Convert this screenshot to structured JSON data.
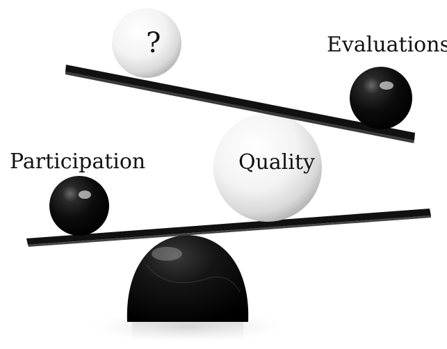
{
  "labels": {
    "question": "?",
    "evaluations": "Evaluations",
    "participation": "Participation",
    "quality": "Quality"
  },
  "colors": {
    "background": "#ffffff",
    "black_sphere": "#0d0d0d",
    "white_sphere": "#f2f2f2",
    "plank": "#111111"
  }
}
